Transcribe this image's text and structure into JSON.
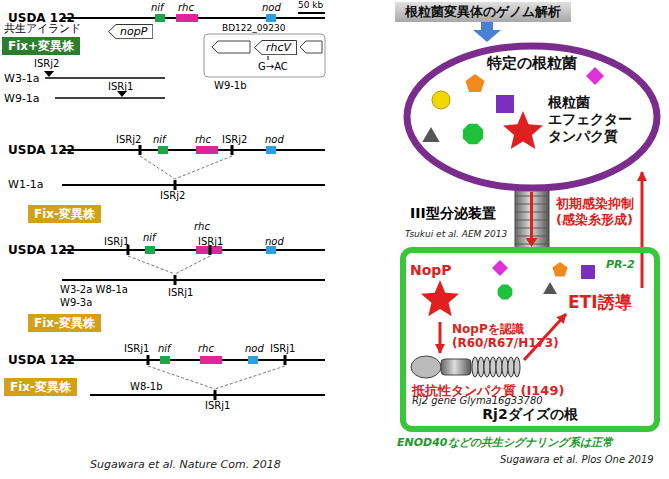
{
  "diagram": {
    "nodes": [
      {
        "text": [
          "Fix+変異株"
        ]
      },
      {
        "text": [
          "nopP"
        ]
      },
      {
        "text": [
          "rhcV"
        ]
      },
      {
        "text": [
          "Fix-変異株"
        ]
      },
      {
        "text": [
          "Fix-変異株"
        ]
      },
      {
        "text": [
          "Fix-変異株"
        ]
      },
      {
        "text": [
          "根粒菌変異体のゲノム解析"
        ]
      },
      {
        "text": [
          "特定の根粒菌",
          "根粒菌 エフェクター タンパク質"
        ]
      },
      {
        "text": [
          "Rj2ダイズの根"
        ]
      }
    ],
    "edges": [
      {
        "from": 6,
        "to": 7,
        "arrow": "to"
      },
      {
        "from": 7,
        "to": 8,
        "arrow": "to"
      }
    ],
    "labels": [
      "USDA 122",
      "50 kb",
      "nif",
      "rhc",
      "nod",
      "共生アイランド",
      "ISRj2",
      "W3-1a",
      "ISRj1",
      "W9-1a",
      "BD122_09230",
      "G→AC",
      "W9-1b",
      "USDA 122",
      "nif",
      "rhc",
      "nod",
      "ISRj2",
      "ISRj2",
      "W1-1a",
      "ISRj2",
      "USDA 122",
      "nif",
      "rhc",
      "nod",
      "ISRj1",
      "ISRj1",
      "W3-2a W8-1a",
      "W9-3a",
      "ISRj1",
      "USDA 122",
      "nif",
      "rhc",
      "nod",
      "ISRj1",
      "ISRj1",
      "W8-1b",
      "ISRj1",
      "Sugawara et al. Nature Com. 2018",
      "Tsukui et al. AEM 2013",
      "III型分泌装置",
      "初期感染抑制 (感染糸形成)",
      "PR-2",
      "ETI誘導",
      "NopP",
      "NopPを認識 (R60/R67/H173)",
      "抵抗性タンパク質 (I149)",
      "Rj2 gene Glyma16g33780",
      "ENOD40などの共生シグナリング系は正常",
      "Sugawara et al. Plos One 2019"
    ]
  }
}
